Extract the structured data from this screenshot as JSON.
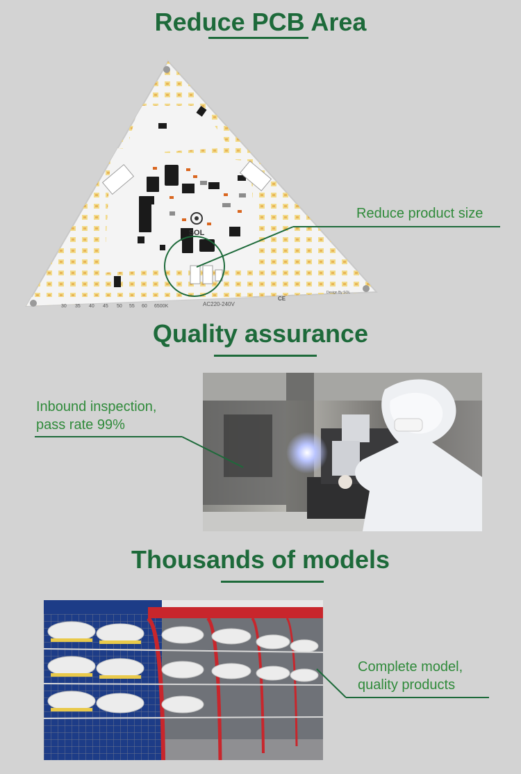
{
  "sections": {
    "pcb": {
      "heading": "Reduce PCB Area",
      "callout": "Reduce product size",
      "board": {
        "brand": "SOL",
        "scale_labels": [
          "30",
          "35",
          "40",
          "45",
          "50",
          "55",
          "60",
          "6500K"
        ],
        "voltage": "AC220-240V",
        "ce_mark": "CE",
        "design_credit": "Design By SOL"
      }
    },
    "quality": {
      "heading": "Quality assurance",
      "callout_line1": "Inbound inspection,",
      "callout_line2": "pass rate 99%"
    },
    "models": {
      "heading": "Thousands of models",
      "callout_line1": "Complete model,",
      "callout_line2": "quality products"
    }
  },
  "colors": {
    "background": "#d3d3d3",
    "heading_green": "#1d6a3a",
    "callout_green": "#2f8a3a",
    "rack_red": "#c8262c",
    "board_white": "#f4f4f4"
  }
}
